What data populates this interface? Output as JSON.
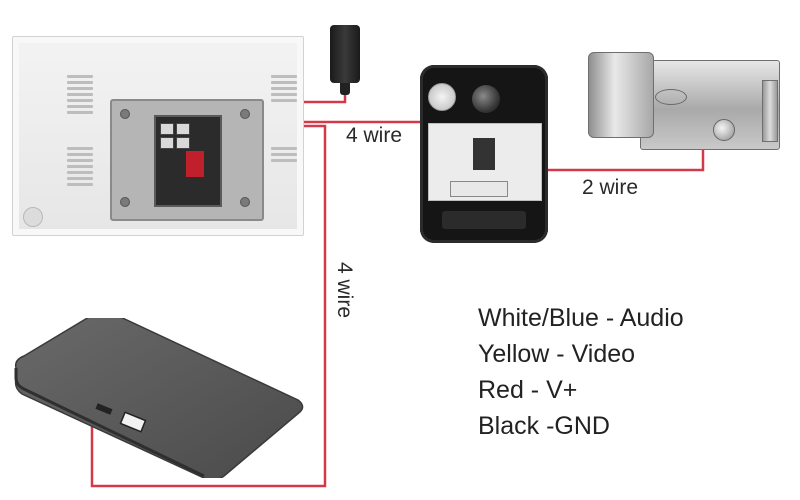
{
  "diagram": {
    "devices": [
      {
        "name": "indoor-monitor"
      },
      {
        "name": "power-adapter"
      },
      {
        "name": "outdoor-camera"
      },
      {
        "name": "electric-lock"
      },
      {
        "name": "touch-panel"
      }
    ],
    "connections": [
      {
        "from": "indoor-monitor",
        "to": "outdoor-camera",
        "label": "4 wire",
        "color": "#d23a4a"
      },
      {
        "from": "outdoor-camera",
        "to": "electric-lock",
        "label": "2 wire",
        "color": "#d23a4a"
      },
      {
        "from": "indoor-monitor",
        "to": "touch-panel",
        "label": "4 wire",
        "color": "#d23a4a"
      },
      {
        "from": "power-adapter",
        "to": "indoor-monitor",
        "label": "",
        "color": "#d23a4a"
      }
    ],
    "legend": [
      "White/Blue - Audio",
      "Yellow - Video",
      "Red - V+",
      "Black -GND"
    ]
  }
}
